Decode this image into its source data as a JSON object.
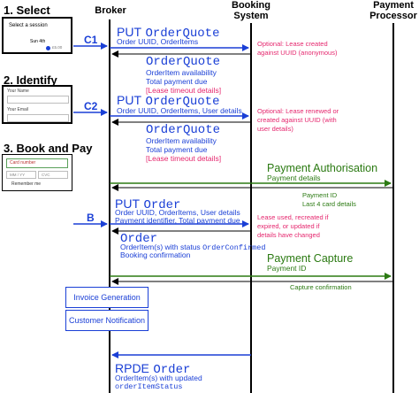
{
  "actors": {
    "broker": "Broker",
    "booking_line1": "Booking",
    "booking_line2": "System",
    "payment_line1": "Payment",
    "payment_line2": "Processor"
  },
  "steps": {
    "select": {
      "title": "1. Select",
      "thumb_title": "Select a session",
      "thumb_date": "Sun 4th",
      "thumb_price": "£5.00"
    },
    "identify": {
      "title": "2. Identify",
      "field1": "Your Name",
      "field2": "Your Email"
    },
    "book": {
      "title": "3. Book and Pay",
      "card_placeholder": "Card number",
      "expiry_placeholder": "MM / YY",
      "cvc_placeholder": "CVC",
      "remember": "Remember me"
    }
  },
  "markers": {
    "c1": "C1",
    "c2": "C2",
    "b": "B"
  },
  "messages": {
    "m1": {
      "verb": "PUT",
      "obj": "OrderQuote",
      "detail": "Order UUID, OrderItems"
    },
    "r1": {
      "obj": "OrderQuote",
      "line1": "OrderItem availability",
      "line2": "Total payment due",
      "line3": "[Lease timeout details]"
    },
    "n1": {
      "line1": "Optional: Lease created",
      "line2": "against UUID (anonymous)"
    },
    "m2": {
      "verb": "PUT",
      "obj": "OrderQuote",
      "detail": "Order UUID, OrderItems, User details"
    },
    "n2": {
      "line1": "Optional: Lease renewed or",
      "line2": "created against UUID (with",
      "line3": "user details)"
    },
    "r2": {
      "obj": "OrderQuote",
      "line1": "OrderItem availability",
      "line2": "Total payment due",
      "line3": "[Lease timeout details]"
    },
    "pa": {
      "title": "Payment Authorisation",
      "detail": "Payment details"
    },
    "pa_ret": {
      "line1": "Payment ID",
      "line2": "Last 4 card details"
    },
    "m3": {
      "verb": "PUT",
      "obj": "Order",
      "line1": "Order UUID, OrderItems, User details",
      "line2": "Payment identifier, Total payment due"
    },
    "n3": {
      "line1": "Lease used, recreated if",
      "line2": "expired, or updated if",
      "line3": "details have changed"
    },
    "r3": {
      "obj": "Order",
      "line1_pre": "OrderItem(s) with status",
      "line1_code": "OrderConfirmed",
      "line2": "Booking confirmation"
    },
    "pc": {
      "title": "Payment Capture",
      "detail": "Payment ID"
    },
    "pc_ret": {
      "line1": "Capture confirmation"
    },
    "invoice": "Invoice Generation",
    "notify": "Customer Notification",
    "rpde": {
      "verb": "RPDE",
      "obj": "Order",
      "line1": "OrderItem(s) with updated",
      "line2": "orderItemStatus"
    }
  },
  "colors": {
    "blue": "#1a3fd6",
    "pink": "#e5276e",
    "green": "#2b7a12",
    "lifeline": "#000000"
  }
}
